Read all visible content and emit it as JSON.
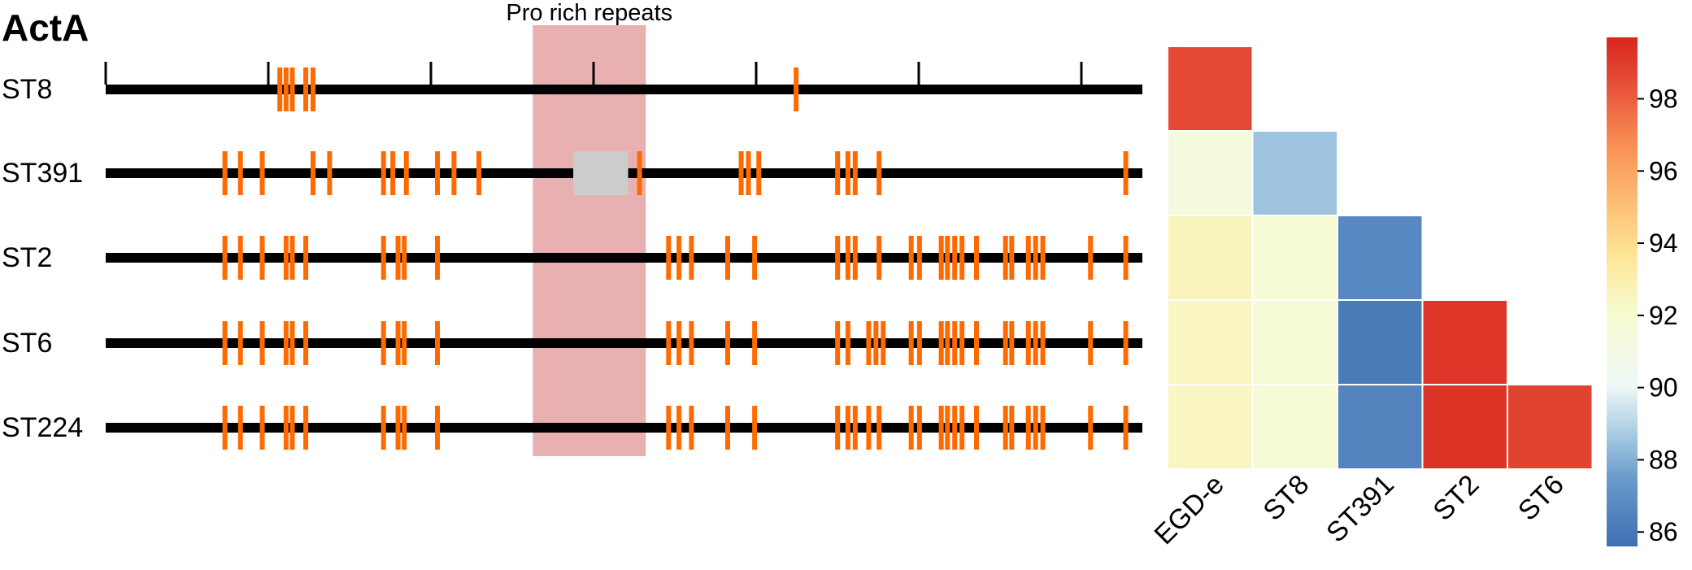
{
  "chart_data": [
    {
      "type": "gene-variant-map",
      "title": "ActA",
      "annotation": "Pro rich repeats",
      "tick_count": 7,
      "rows": [
        {
          "label": "ST8",
          "ticks": true,
          "deletion": null,
          "variants": [
            0.168,
            0.174,
            0.18,
            0.193,
            0.2,
            0.666
          ]
        },
        {
          "label": "ST391",
          "ticks": false,
          "deletion": [
            0.451,
            0.504
          ],
          "variants": [
            0.115,
            0.13,
            0.151,
            0.2,
            0.216,
            0.268,
            0.277,
            0.29,
            0.32,
            0.336,
            0.36,
            0.515,
            0.613,
            0.62,
            0.63,
            0.706,
            0.716,
            0.723,
            0.746,
            0.984
          ]
        },
        {
          "label": "ST2",
          "ticks": false,
          "deletion": null,
          "variants": [
            0.115,
            0.13,
            0.151,
            0.174,
            0.18,
            0.193,
            0.268,
            0.282,
            0.288,
            0.32,
            0.543,
            0.553,
            0.565,
            0.6,
            0.626,
            0.706,
            0.716,
            0.723,
            0.746,
            0.777,
            0.785,
            0.806,
            0.812,
            0.819,
            0.826,
            0.84,
            0.868,
            0.874,
            0.89,
            0.897,
            0.904,
            0.95,
            0.984
          ]
        },
        {
          "label": "ST6",
          "ticks": false,
          "deletion": null,
          "variants": [
            0.115,
            0.13,
            0.151,
            0.174,
            0.18,
            0.193,
            0.268,
            0.282,
            0.288,
            0.32,
            0.543,
            0.553,
            0.565,
            0.6,
            0.626,
            0.706,
            0.716,
            0.736,
            0.743,
            0.75,
            0.777,
            0.785,
            0.806,
            0.812,
            0.819,
            0.826,
            0.84,
            0.868,
            0.874,
            0.89,
            0.897,
            0.904,
            0.95,
            0.984
          ]
        },
        {
          "label": "ST224",
          "ticks": false,
          "deletion": null,
          "variants": [
            0.115,
            0.13,
            0.151,
            0.174,
            0.18,
            0.193,
            0.268,
            0.282,
            0.288,
            0.32,
            0.543,
            0.553,
            0.565,
            0.6,
            0.626,
            0.706,
            0.716,
            0.723,
            0.736,
            0.746,
            0.777,
            0.785,
            0.806,
            0.812,
            0.819,
            0.826,
            0.84,
            0.868,
            0.874,
            0.89,
            0.897,
            0.904,
            0.95,
            0.984
          ]
        }
      ],
      "repeat_region": [
        0.412,
        0.521
      ],
      "colors": {
        "variant": "#ff6a00",
        "backbone": "#000000",
        "deletion": "#cccccc",
        "repeat_region": "#e8b0b0"
      }
    },
    {
      "type": "heatmap",
      "layout": "lower-triangle",
      "x_labels": [
        "EGD-e",
        "ST8",
        "ST391",
        "ST2",
        "ST6"
      ],
      "rows": [
        [
          98.6
        ],
        [
          91.4,
          88.5
        ],
        [
          92.6,
          91.8,
          86.7
        ],
        [
          92.4,
          91.7,
          86.1,
          99.2
        ],
        [
          92.4,
          91.7,
          86.5,
          99.3,
          98.8
        ]
      ],
      "colorbar": {
        "ticks": [
          86,
          88,
          90,
          92,
          94,
          96,
          98
        ],
        "range": [
          85.6,
          99.7
        ],
        "stops": [
          [
            85.6,
            "#3f6fb3"
          ],
          [
            87.5,
            "#6a9bcb"
          ],
          [
            88.7,
            "#a7cbe2"
          ],
          [
            90,
            "#eef7f6"
          ],
          [
            92,
            "#f7fbd2"
          ],
          [
            93.5,
            "#fde99a"
          ],
          [
            95,
            "#fdc277"
          ],
          [
            96.8,
            "#f88d52"
          ],
          [
            98.3,
            "#e7533b"
          ],
          [
            99.7,
            "#d7261e"
          ]
        ]
      }
    }
  ]
}
